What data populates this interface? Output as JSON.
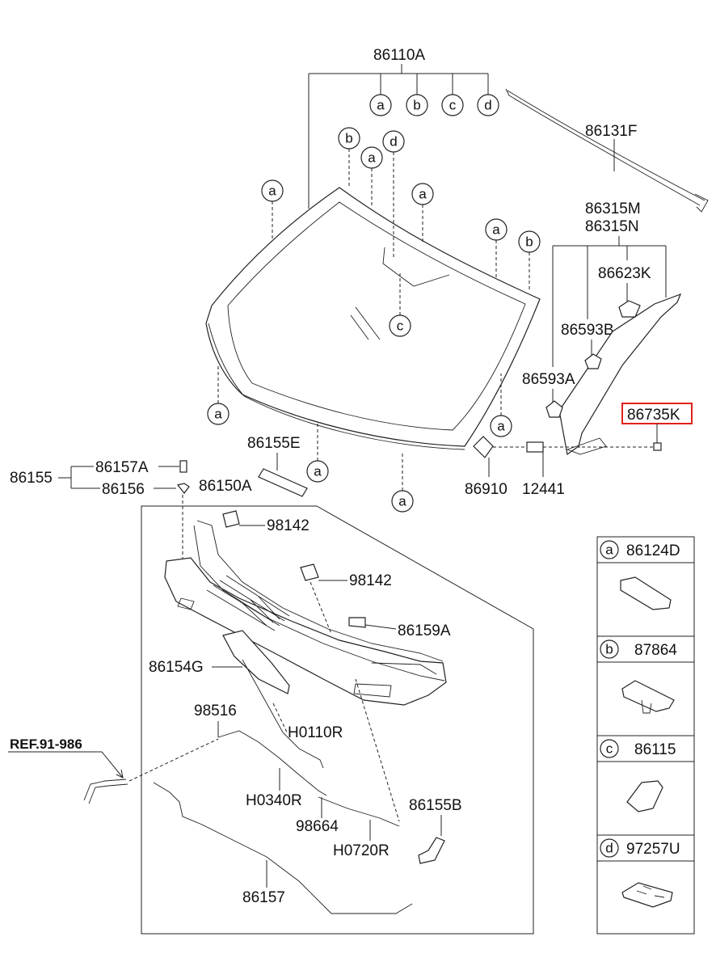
{
  "callouts": {
    "windshield_glass": "86110A",
    "molding_top": "86131F",
    "garnish_m": "86315M",
    "garnish_n": "86315N",
    "part_86623K": "86623K",
    "part_86593B": "86593B",
    "part_86593A": "86593A",
    "part_86735K": "86735K",
    "part_86910": "86910",
    "part_12441": "12441",
    "part_86155E": "86155E",
    "part_86155": "86155",
    "part_86157A": "86157A",
    "part_86156": "86156",
    "part_86150A": "86150A",
    "part_98142_top": "98142",
    "part_98142_mid": "98142",
    "part_86159A": "86159A",
    "part_86154G": "86154G",
    "part_98516": "98516",
    "ref": "REF.91-986",
    "part_H0110R": "H0110R",
    "part_H0340R": "H0340R",
    "part_98664": "98664",
    "part_H0720R": "H0720R",
    "part_86155B": "86155B",
    "part_86157": "86157"
  },
  "markers": {
    "a": "a",
    "b": "b",
    "c": "c",
    "d": "d"
  },
  "legend": [
    {
      "letter": "a",
      "part": "86124D"
    },
    {
      "letter": "b",
      "part": "87864"
    },
    {
      "letter": "c",
      "part": "86115"
    },
    {
      "letter": "d",
      "part": "97257U"
    }
  ],
  "highlight_color": "#e0201a"
}
